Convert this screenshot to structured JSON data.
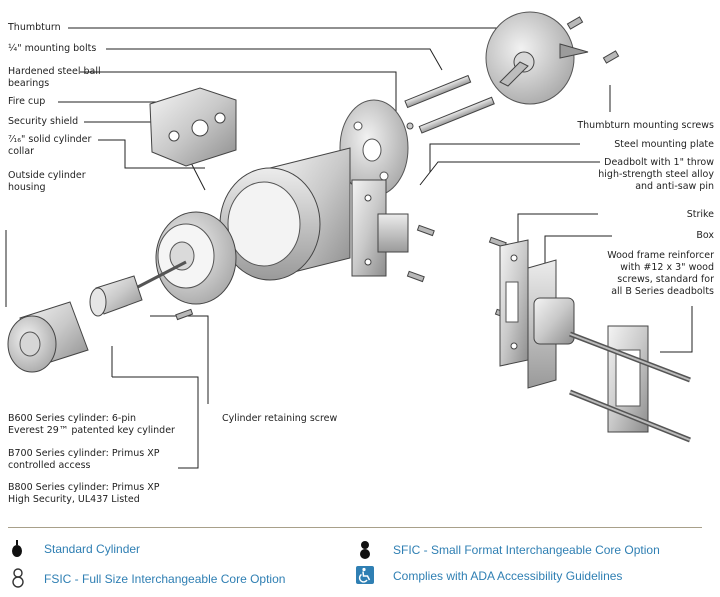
{
  "labels": {
    "thumbturn": "Thumbturn",
    "mounting_bolts": "¼\" mounting bolts",
    "ball_bearings_1": "Hardened steel ball",
    "ball_bearings_2": "bearings",
    "fire_cup": "Fire cup",
    "security_shield": "Security shield",
    "cylinder_collar_1": "⁷⁄₁₆\" solid cylinder",
    "cylinder_collar_2": "collar",
    "outside_housing_1": "Outside cylinder",
    "outside_housing_2": "housing",
    "thumbturn_screws": "Thumbturn mounting screws",
    "mounting_plate": "Steel mounting plate",
    "deadbolt_1": "Deadbolt with 1\" throw",
    "deadbolt_2": "high-strength steel alloy",
    "deadbolt_3": "and anti-saw pin",
    "strike": "Strike",
    "box": "Box",
    "reinforcer_1": "Wood frame reinforcer",
    "reinforcer_2": "with #12 x 3\" wood",
    "reinforcer_3": "screws, standard for",
    "reinforcer_4": "all B Series deadbolts",
    "retaining_screw": "Cylinder retaining screw",
    "b600_1": "B600 Series cylinder: 6-pin",
    "b600_2": "Everest 29™ patented key cylinder",
    "b700_1": "B700 Series cylinder: Primus XP",
    "b700_2": "controlled access",
    "b800_1": "B800 Series cylinder: Primus XP",
    "b800_2": "High Security, UL437 Listed"
  },
  "legend": {
    "standard": "Standard Cylinder",
    "fsic": "FSIC - Full Size Interchangeable Core Option",
    "sfic": "SFIC - Small Format Interchangeable Core Option",
    "ada": "Complies with ADA Accessibility Guidelines"
  },
  "colors": {
    "legend_text": "#2f7fb3",
    "ada_icon": "#2f7fb3",
    "rule": "#a8a08a"
  }
}
